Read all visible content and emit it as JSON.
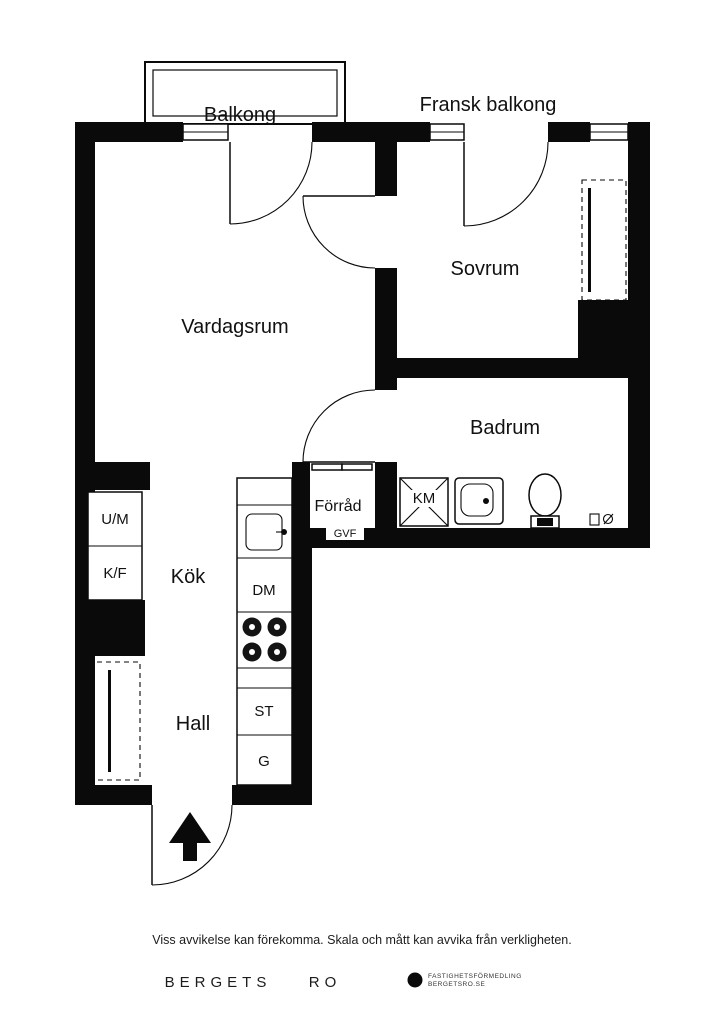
{
  "plan": {
    "labels": {
      "balcony": "Balkong",
      "french_balcony": "Fransk balkong",
      "living_room": "Vardagsrum",
      "bedroom": "Sovrum",
      "bathroom": "Badrum",
      "storage": "Förråd",
      "gvf": "GVF",
      "washing_machine": "KM",
      "micro_oven": "U/M",
      "fridge_freezer": "K/F",
      "kitchen": "Kök",
      "dishwasher": "DM",
      "cleaning_closet": "ST",
      "wardrobe": "G",
      "hall": "Hall"
    },
    "colors": {
      "wall": "#0a0a0a",
      "background": "#ffffff"
    }
  },
  "footer": {
    "disclaimer": "Viss avvikelse kan förekomma. Skala och mått kan avvika från verkligheten.",
    "brand_primary": "BERGETS",
    "brand_secondary": "RO",
    "agency_name": "FASTIGHETSFÖRMEDLING",
    "agency_site": "BERGETSRO.SE"
  }
}
